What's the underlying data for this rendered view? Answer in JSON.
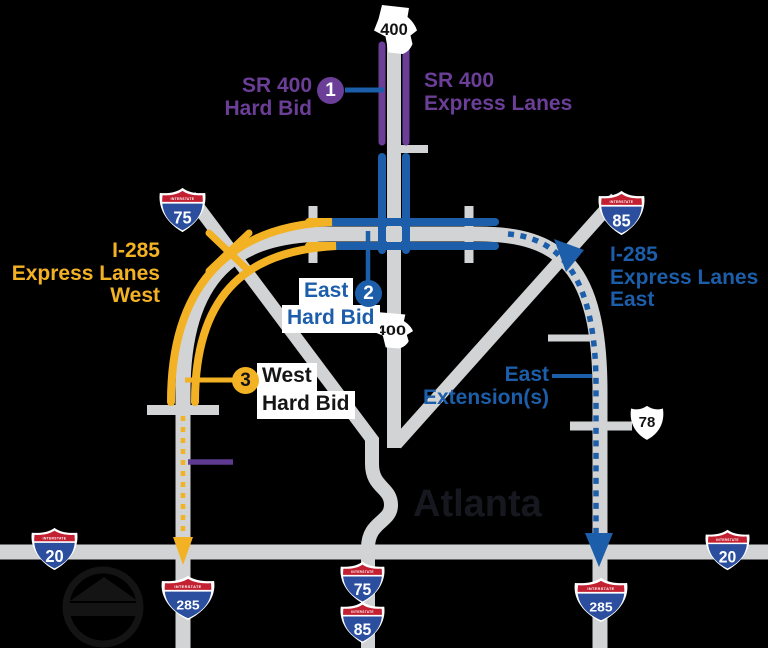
{
  "figure": {
    "background": "#000000",
    "watermark": "Atlanta"
  },
  "colors": {
    "purple": "#6b3e97",
    "blue": "#1c5ea9",
    "yellow": "#f3b223",
    "road_gray": "#d2d3d4",
    "shield_red": "#c32032",
    "shield_blue": "#2b4f9e"
  },
  "labels": {
    "sr400_express": {
      "line1": "SR 400",
      "line2": "Express Lanes"
    },
    "sr400_hard_bid": {
      "number": "1",
      "line1": "SR 400",
      "line2": "Hard Bid"
    },
    "east_hard_bid": {
      "number": "2",
      "line1": "East",
      "line2": "Hard Bid"
    },
    "west_hard_bid": {
      "number": "3",
      "line1": "West",
      "line2": "Hard Bid"
    },
    "i285_express_west": {
      "line1": "I-285",
      "line2": "Express Lanes",
      "line3": "West"
    },
    "i285_express_east": {
      "line1": "I-285",
      "line2": "Express Lanes",
      "line3": "East"
    },
    "east_extension": {
      "line1": "East",
      "line2": "Extension(s)"
    }
  },
  "shields": {
    "interstate_label": "INTERSTATE",
    "ga400_north": "400",
    "ga400_mid": "400",
    "i75_north": "75",
    "i85_north": "85",
    "us78": "78",
    "i20_west": "20",
    "i20_east": "20",
    "i285_southwest": "285",
    "i285_southeast": "285",
    "i75_south": "75",
    "i85_south": "85"
  }
}
